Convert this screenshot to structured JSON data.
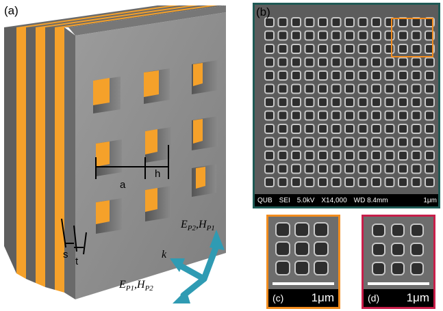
{
  "panels": {
    "a": "(a)",
    "b": "(b)",
    "c": "(c)",
    "d": "(d)"
  },
  "dimensions": {
    "a": "a",
    "h": "h",
    "s": "s",
    "t": "t"
  },
  "fields": {
    "k": "k",
    "e1": "E",
    "e1_sub": "P1",
    "h1": "H",
    "h1_sub": "P2",
    "e2": "E",
    "e2_sub": "P2",
    "h2": "H",
    "h2_sub": "P1",
    "comma": ","
  },
  "sem_bar": {
    "org": "QUB",
    "mode": "SEI",
    "voltage": "5.0kV",
    "mag": "X14,000",
    "wd": "WD 8.4mm",
    "scale": "1μm"
  },
  "inset_c": {
    "label": "(c)",
    "scale": "1μm"
  },
  "inset_d": {
    "label": "(d)",
    "scale": "1μm"
  },
  "colors": {
    "orange": "#f5a12a",
    "metal": "#8a8a8a",
    "sem_frame": "#1e5a55",
    "inset_c_frame": "#f28c1e",
    "inset_d_frame": "#c81e4a",
    "arrow": "#2f9bb3"
  }
}
